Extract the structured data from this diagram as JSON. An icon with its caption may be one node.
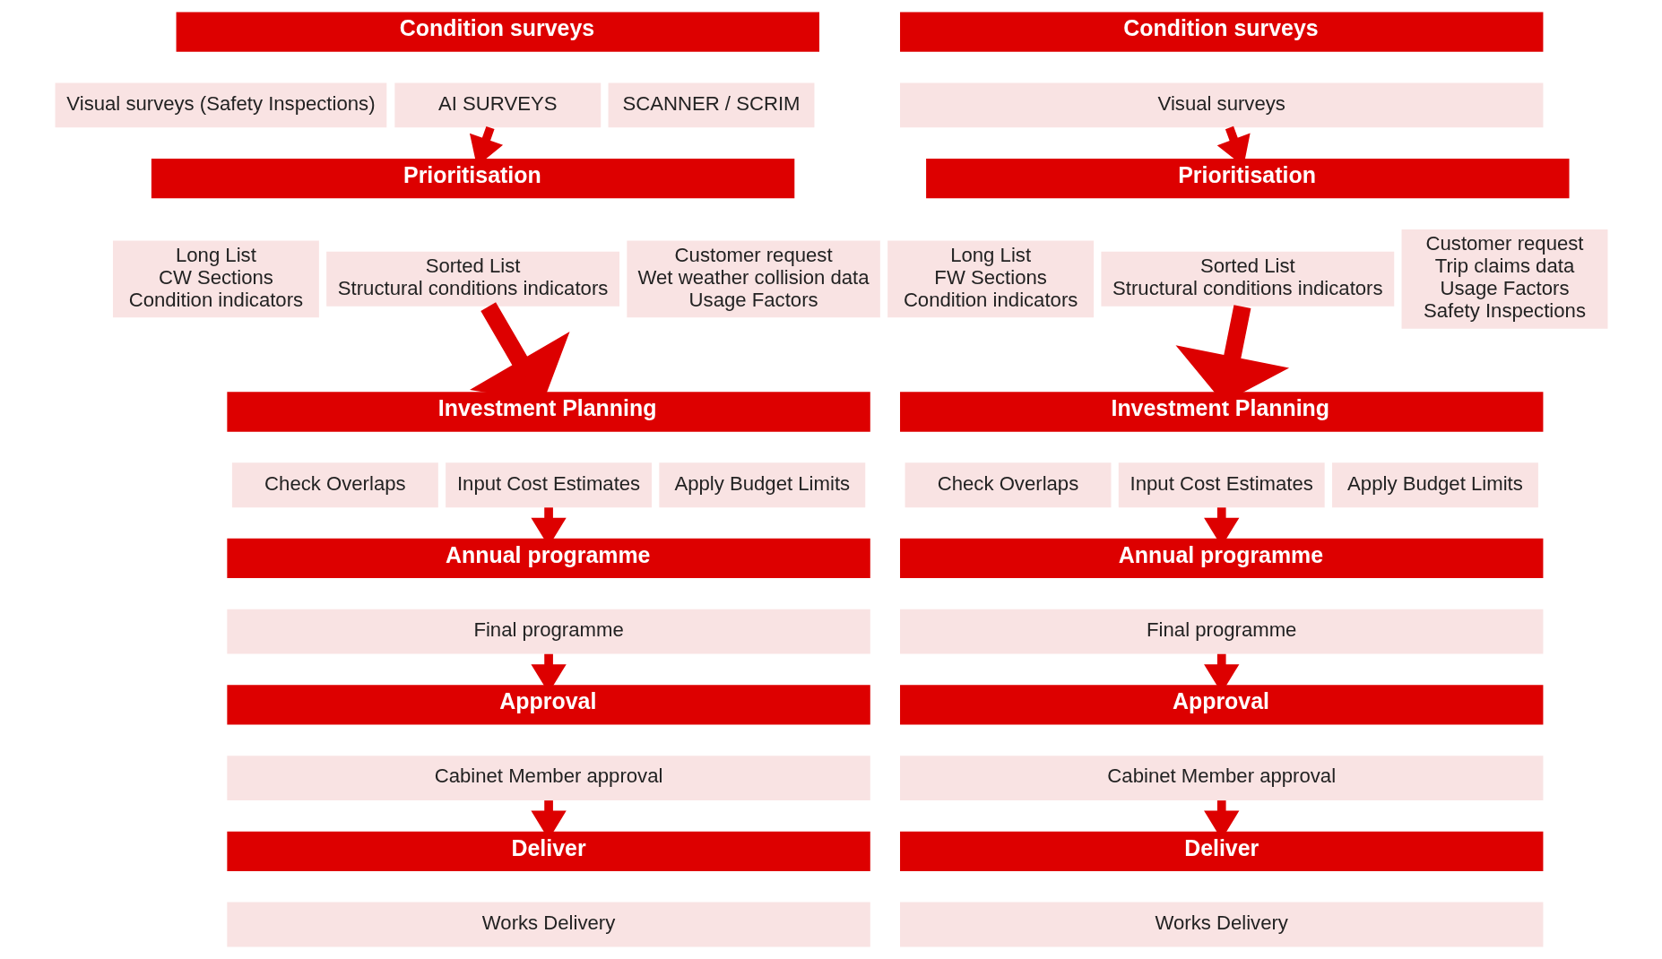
{
  "diagram": {
    "nodes": [
      {
        "text": [
          "Condition surveys"
        ]
      },
      {
        "text": [
          "Visual surveys (Safety Inspections)"
        ]
      },
      {
        "text": [
          "AI SURVEYS"
        ]
      },
      {
        "text": [
          "SCANNER / SCRIM"
        ]
      },
      {
        "text": [
          "Prioritisation"
        ]
      },
      {
        "text": [
          "Long List",
          "CW Sections",
          "Condition indicators"
        ]
      },
      {
        "text": [
          "Sorted List",
          "Structural conditions indicators"
        ]
      },
      {
        "text": [
          "Customer request",
          "Wet weather collision data",
          "Usage Factors"
        ]
      },
      {
        "text": [
          "Investment Planning"
        ]
      },
      {
        "text": [
          "Check Overlaps"
        ]
      },
      {
        "text": [
          "Input Cost Estimates"
        ]
      },
      {
        "text": [
          "Apply Budget Limits"
        ]
      },
      {
        "text": [
          "Annual programme"
        ]
      },
      {
        "text": [
          "Final programme"
        ]
      },
      {
        "text": [
          "Approval"
        ]
      },
      {
        "text": [
          "Cabinet Member approval"
        ]
      },
      {
        "text": [
          "Deliver"
        ]
      },
      {
        "text": [
          "Works Delivery"
        ]
      },
      {
        "text": [
          "Condition surveys"
        ]
      },
      {
        "text": [
          "Visual surveys"
        ]
      },
      {
        "text": [
          "Prioritisation"
        ]
      },
      {
        "text": [
          "Long List",
          "FW Sections",
          "Condition indicators"
        ]
      },
      {
        "text": [
          "Sorted List",
          "Structural conditions indicators"
        ]
      },
      {
        "text": [
          "Customer request",
          "Trip claims data",
          "Usage Factors",
          "Safety Inspections"
        ]
      },
      {
        "text": [
          "Investment Planning"
        ]
      },
      {
        "text": [
          "Check Overlaps"
        ]
      },
      {
        "text": [
          "Input Cost Estimates"
        ]
      },
      {
        "text": [
          "Apply Budget Limits"
        ]
      },
      {
        "text": [
          "Annual programme"
        ]
      },
      {
        "text": [
          "Final programme"
        ]
      },
      {
        "text": [
          "Approval"
        ]
      },
      {
        "text": [
          "Cabinet Member approval"
        ]
      },
      {
        "text": [
          "Deliver"
        ]
      },
      {
        "text": [
          "Works Delivery"
        ]
      }
    ],
    "edges": [
      {
        "from": 2,
        "to": 4,
        "arrow": "to"
      },
      {
        "from": 6,
        "to": 8,
        "arrow": "to",
        "style": "thick"
      },
      {
        "from": 10,
        "to": 12,
        "arrow": "to"
      },
      {
        "from": 13,
        "to": 14,
        "arrow": "to"
      },
      {
        "from": 15,
        "to": 16,
        "arrow": "to"
      },
      {
        "from": 19,
        "to": 20,
        "arrow": "to"
      },
      {
        "from": 22,
        "to": 24,
        "arrow": "to",
        "style": "thick"
      },
      {
        "from": 26,
        "to": 28,
        "arrow": "to"
      },
      {
        "from": 29,
        "to": 30,
        "arrow": "to"
      },
      {
        "from": 31,
        "to": 32,
        "arrow": "to"
      }
    ]
  }
}
